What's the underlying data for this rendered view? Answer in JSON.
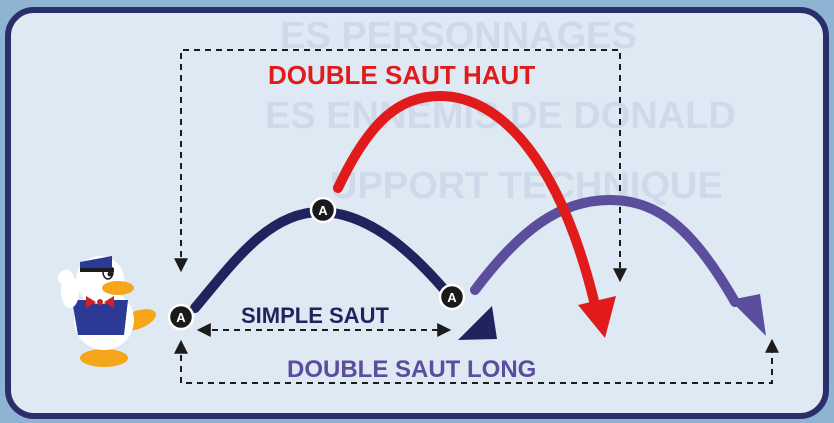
{
  "labels": {
    "double_saut_haut": "DOUBLE SAUT HAUT",
    "simple_saut": "SIMPLE SAUT",
    "double_saut_long": "DOUBLE SAUT LONG"
  },
  "button_glyph": "A",
  "background_text": [
    "ES PERSONNAGES",
    "ES ENNEMIS DE DONALD",
    "UPPORT TECHNIQUE"
  ],
  "colors": {
    "red_arc": "#e11b1b",
    "navy_arc": "#20235e",
    "purple_arc": "#5b4e9c",
    "frame_border": "#2a2e6a"
  },
  "character": "donald-duck"
}
